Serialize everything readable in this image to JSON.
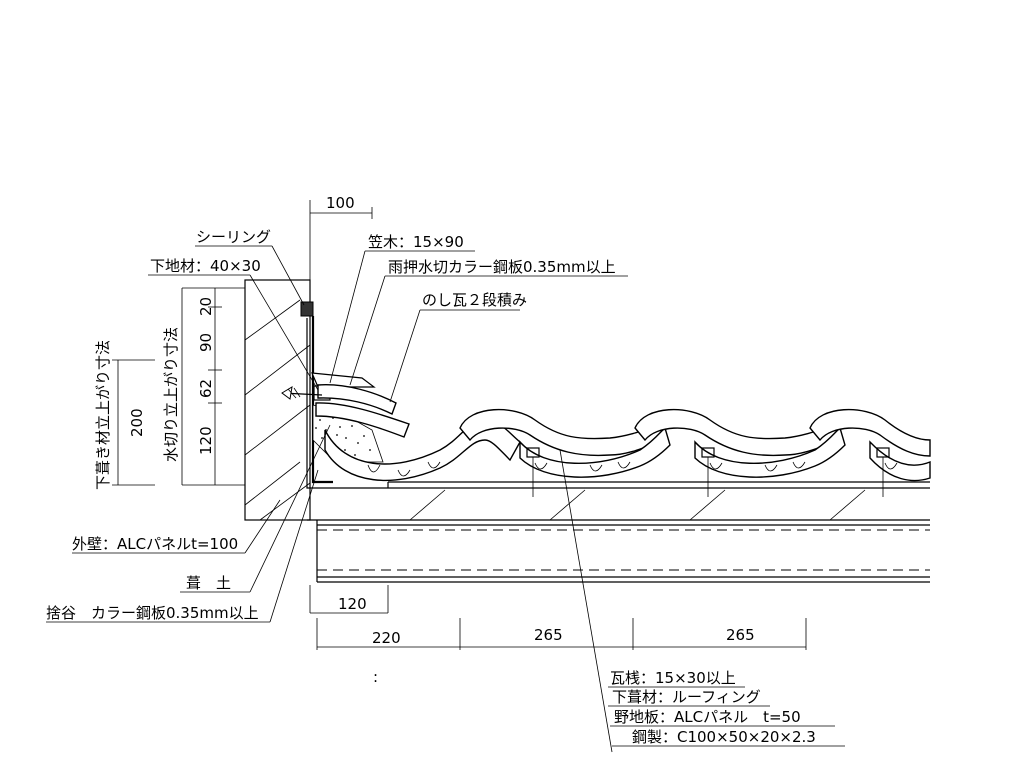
{
  "labels": {
    "sealing": "シーリング",
    "base_material": "下地材：40×30",
    "kasagi": "笠木：15×90",
    "flashing": "雨押水切カラー鋼板0.35mm以上",
    "noshi_tile": "のし瓦２段積み",
    "underlay_height": "下葺き材立上がり寸法",
    "flashing_height": "水切り立上がり寸法",
    "outer_wall": "外壁：ALCパネルt=100",
    "fukitsuchi": "葺　土",
    "sutetani": "捨谷　カラー鋼板0.35mm以上",
    "kawarasan": "瓦桟：15×30以上",
    "underlayment": "下葺材：ルーフィング",
    "sheathing": "野地板：ALCパネル　t=50",
    "steel": "鋼製：C100×50×20×2.3",
    "colon": ":"
  },
  "dimensions": {
    "top_100": "100",
    "d200": "200",
    "d20": "20",
    "d90": "90",
    "d62": "62",
    "d120_vertical": "120",
    "d120_horizontal": "120",
    "d220": "220",
    "d265_a": "265",
    "d265_b": "265"
  }
}
